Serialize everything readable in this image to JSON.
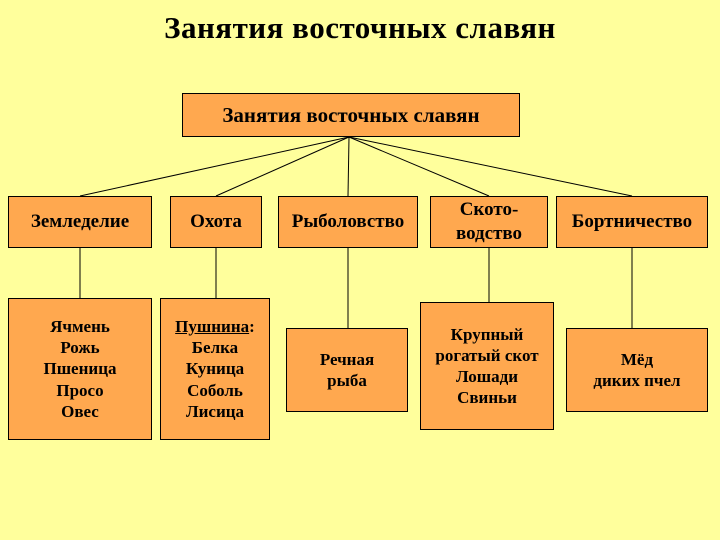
{
  "page": {
    "title": "Занятия восточных славян",
    "background_color": "#FFFF9C",
    "box_color": "#FFA84F",
    "line_color": "#000000"
  },
  "root_box": {
    "label": "Занятия восточных славян"
  },
  "columns": [
    {
      "top": "Земледелие",
      "bottom": "Ячмень\nРожь\nПшеница\nПросо\nОвес"
    },
    {
      "top": "Охота",
      "bottom_header": "Пушнина",
      "bottom_header_suffix": ":",
      "bottom": "Белка\nКуница\nСоболь\nЛисица"
    },
    {
      "top": "Рыболовство",
      "bottom": "Речная\nрыба"
    },
    {
      "top": "Ското-\nводство",
      "bottom": "Крупный\nрогатый скот\nЛошади\nСвиньи"
    },
    {
      "top": "Бортничество",
      "bottom": "Мёд\nдиких пчел"
    }
  ]
}
